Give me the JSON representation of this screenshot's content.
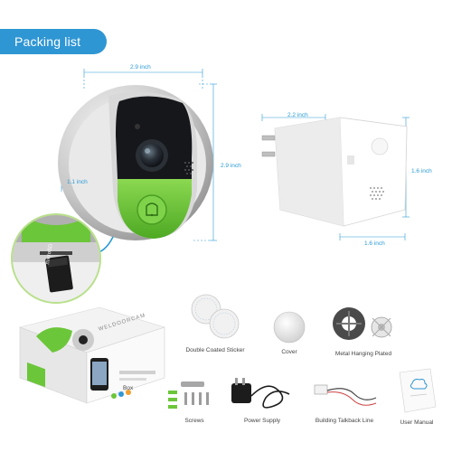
{
  "banner": {
    "title": "Packing list"
  },
  "doorbell": {
    "width_label": "2.9 inch",
    "height_label": "2.9 inch",
    "depth_label": "1.1 inch",
    "accent_color": "#6cc63a",
    "body_color": "#c9c9c9"
  },
  "adapter": {
    "width_label": "2.2 inch",
    "height_label": "1.6 inch",
    "depth_label": "1.6 inch"
  },
  "sd_card": {
    "label": "microSD"
  },
  "box": {
    "brand_text": "WELDOORCAM",
    "caption": "Box"
  },
  "items": [
    {
      "caption": "Double Coated Sticker",
      "icon": "sticker-icon"
    },
    {
      "caption": "Cover",
      "icon": "cover-icon"
    },
    {
      "caption": "Metal Hanging Plated",
      "icon": "metal-plate-icon"
    },
    {
      "caption": "Screws",
      "icon": "screws-icon"
    },
    {
      "caption": "Power Supply",
      "icon": "power-supply-icon"
    },
    {
      "caption": "Building Talkback Line",
      "icon": "talkback-line-icon"
    },
    {
      "caption": "User Manual",
      "icon": "user-manual-icon"
    }
  ],
  "colors": {
    "accent": "#2f96d4",
    "dimension_line": "#2a9bd6",
    "green": "#6cc63a"
  }
}
